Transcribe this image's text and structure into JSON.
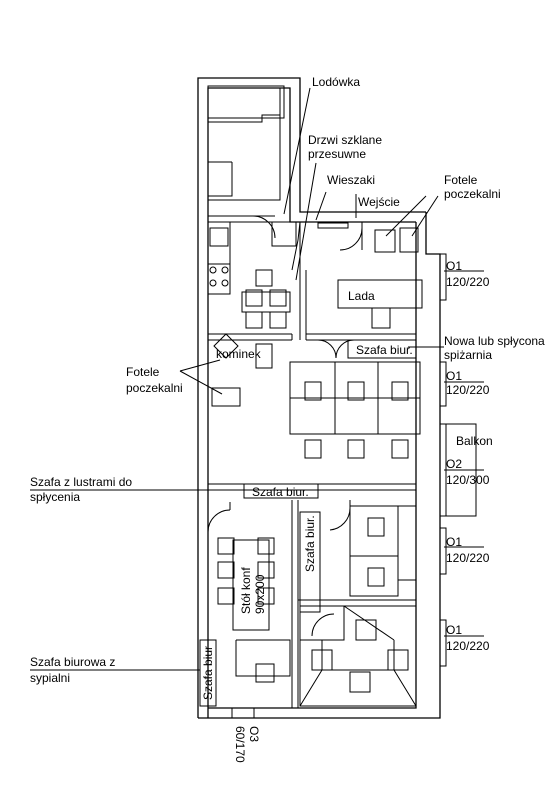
{
  "labels": {
    "lodowka": "Lodówka",
    "drzwi_line1": "Drzwi szklane",
    "drzwi_line2": "przesuwne",
    "wieszaki": "Wieszaki",
    "wejscie": "Wejście",
    "fotele_top_line1": "Fotele",
    "fotele_top_line2": "poczekalni",
    "lada": "Lada",
    "kominek": "kominek",
    "fotele_left_line1": "Fotele",
    "fotele_left_line2": "poczekalni",
    "szafa_biur_right": "Szafa biur.",
    "spizarnia_line1": "Nowa lub spłycona",
    "spizarnia_line2": "spiżarnia",
    "balkon": "Balkon",
    "szafa_lustra_line1": "Szafa z lustrami do",
    "szafa_lustra_line2": "spłycenia",
    "szafa_biur_mid": "Szafa biur.",
    "szafa_biur_vert": "Szafa biur.",
    "stol_line1": "Stół konf",
    "stol_line2": "90x200",
    "szafa_sypialni_line1": "Szafa biurowa z",
    "szafa_sypialni_line2": "sypialni",
    "szafa_biur_bottom": "Szafa biur",
    "o3_line1": "O3",
    "o3_line2": "60/170"
  },
  "windows": [
    {
      "code": "O1",
      "size": "120/220"
    },
    {
      "code": "O1",
      "size": "120/220"
    },
    {
      "code": "O2",
      "size": "120/300"
    },
    {
      "code": "O1",
      "size": "120/220"
    },
    {
      "code": "O1",
      "size": "120/220"
    }
  ]
}
